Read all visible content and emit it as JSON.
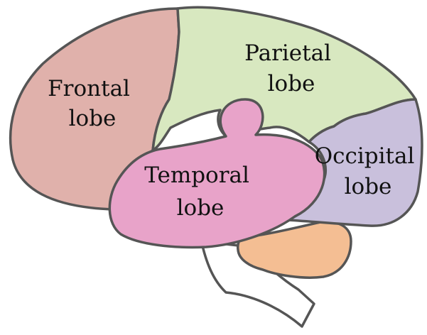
{
  "colors": {
    "frontal": "#e0b1ab",
    "parietal": "#d8e8c0",
    "occipital": "#c9c0dc",
    "temporal": "#e8a3c9",
    "cerebellum": "#f4be93",
    "brainstem": "#ffffff",
    "outline": "#555555"
  },
  "labels": {
    "frontal": [
      "Frontal",
      "lobe"
    ],
    "parietal": [
      "Parietal",
      "lobe"
    ],
    "occipital": [
      "Occipital",
      "lobe"
    ],
    "temporal": [
      "Temporal",
      "lobe"
    ]
  }
}
